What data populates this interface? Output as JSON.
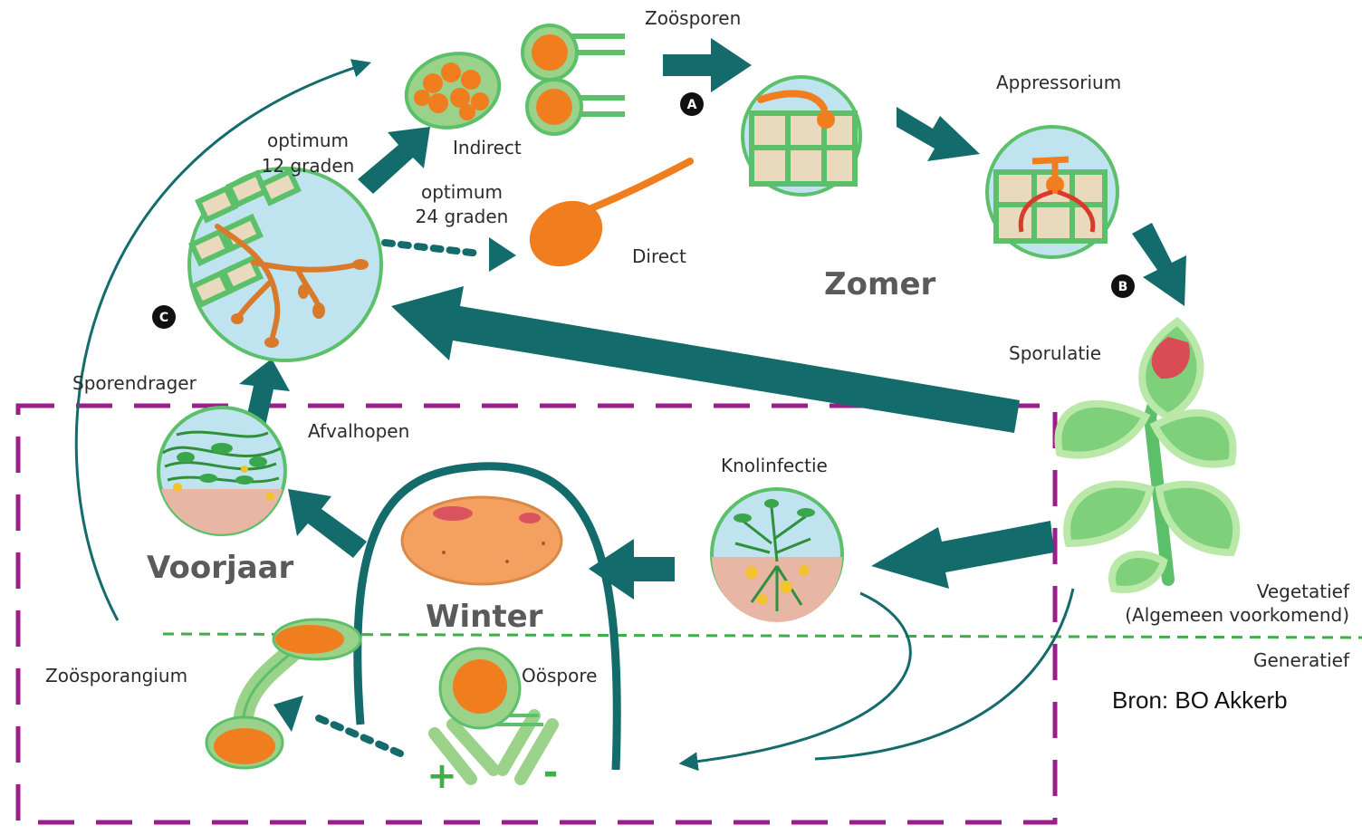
{
  "colors": {
    "arrow": "#136b6b",
    "orange": "#f07d1e",
    "cell_green": "#5cc06a",
    "cell_beige": "#e9d9bd",
    "leaf_green": "#7ed07a",
    "leaf_light": "#b9e8a8",
    "water_blue": "#bfe3ef",
    "soil_pink": "#e8b6a4",
    "dashed_box": "#9b1f8b",
    "divider": "#3fae49",
    "plus_minus": "#3fae49",
    "lesion": "#d94b55"
  },
  "labels": {
    "zoosporen": "Zoösporen",
    "appressorium": "Appressorium",
    "indirect": "Indirect",
    "optimum12_line1": "optimum",
    "optimum12_line2": "12 graden",
    "optimum24_line1": "optimum",
    "optimum24_line2": "24 graden",
    "direct": "Direct",
    "sporulatie": "Sporulatie",
    "sporendrager": "Sporendrager",
    "afvalhopen": "Afvalhopen",
    "knolinfectie": "Knolinfectie",
    "vegetatief_line1": "Vegetatief",
    "vegetatief_line2": "(Algemeen voorkomend)",
    "generatief": "Generatief",
    "zoosporangium": "Zoösporangium",
    "oospore": "Oöspore",
    "plus": "+",
    "minus": "-"
  },
  "seasons": {
    "zomer": "Zomer",
    "voorjaar": "Voorjaar",
    "winter": "Winter"
  },
  "markers": {
    "a": "A",
    "b": "B",
    "c": "C"
  },
  "source": "Bron: BO Akkerb"
}
